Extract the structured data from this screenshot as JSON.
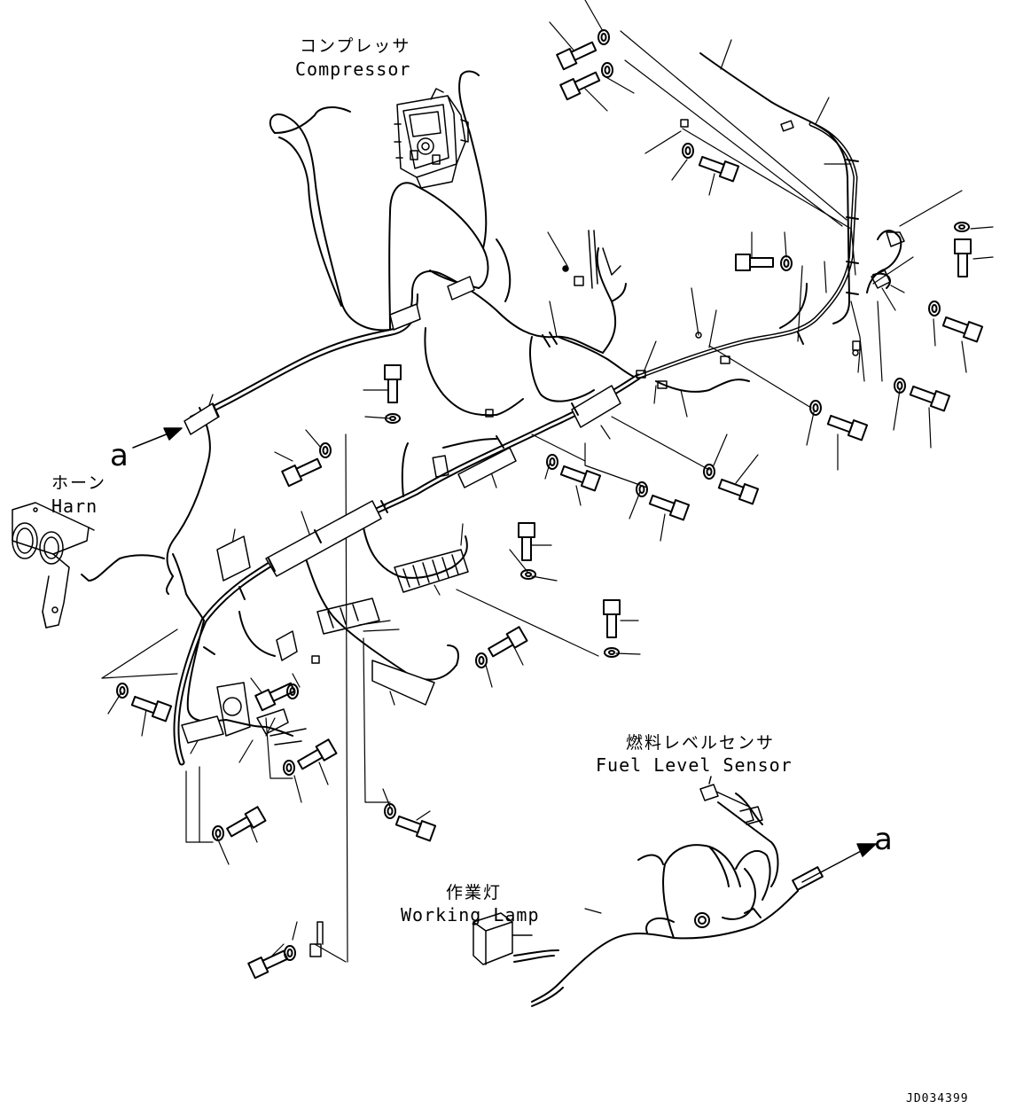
{
  "labels": {
    "compressor_jp": "コンプレッサ",
    "compressor_en": "Compressor",
    "horn_jp": "ホーン",
    "horn_en": "Harn",
    "fuel_jp": "燃料レベルセンサ",
    "fuel_en": "Fuel Level Sensor",
    "lamp_jp": "作業灯",
    "lamp_en": "Working Lamp",
    "ref_left": "a",
    "ref_right": "a",
    "drawing_code": "JD034399"
  },
  "colors": {
    "line": "#000000",
    "paper": "#ffffff"
  }
}
